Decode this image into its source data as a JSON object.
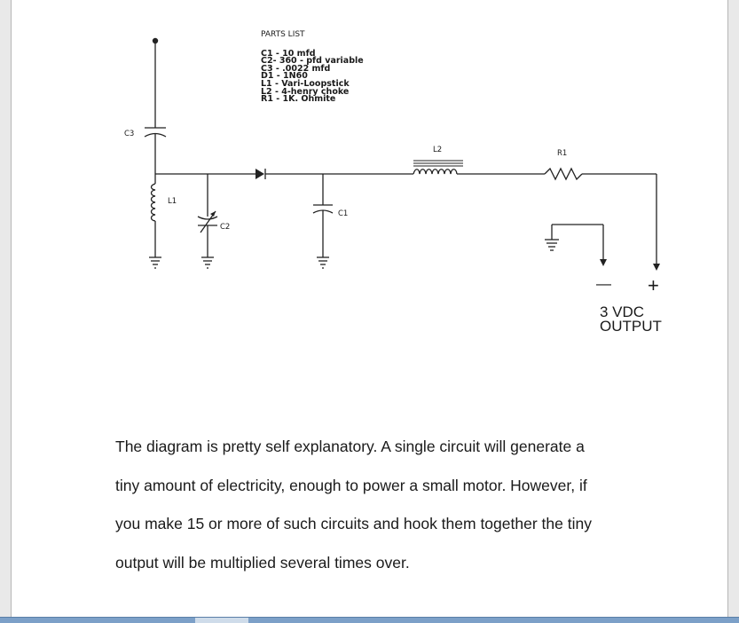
{
  "diagram": {
    "parts_title": "PARTS LIST",
    "parts": [
      "C1 - 10 mfd",
      "C2- 360 - pfd variable",
      "C3 - .0022 mfd",
      "D1 - 1N60",
      "L1 - Vari-Loopstick",
      "L2 - 4-henry choke",
      "R1 - 1K. Ohmite"
    ],
    "labels": {
      "c3": "C3",
      "l1": "L1",
      "c2": "C2",
      "c1": "C1",
      "l2": "L2",
      "r1": "R1"
    },
    "output": {
      "minus": "—",
      "plus": "+",
      "voltage": "3 VDC",
      "label": "OUTPUT"
    }
  },
  "text": {
    "lines": [
      "The diagram is pretty self explanatory. A single circuit will generate a",
      "tiny amount of electricity, enough to power a small motor. However, if",
      "you make 15 or more of such circuits and hook them together the tiny",
      "output will be multiplied several times over."
    ]
  }
}
